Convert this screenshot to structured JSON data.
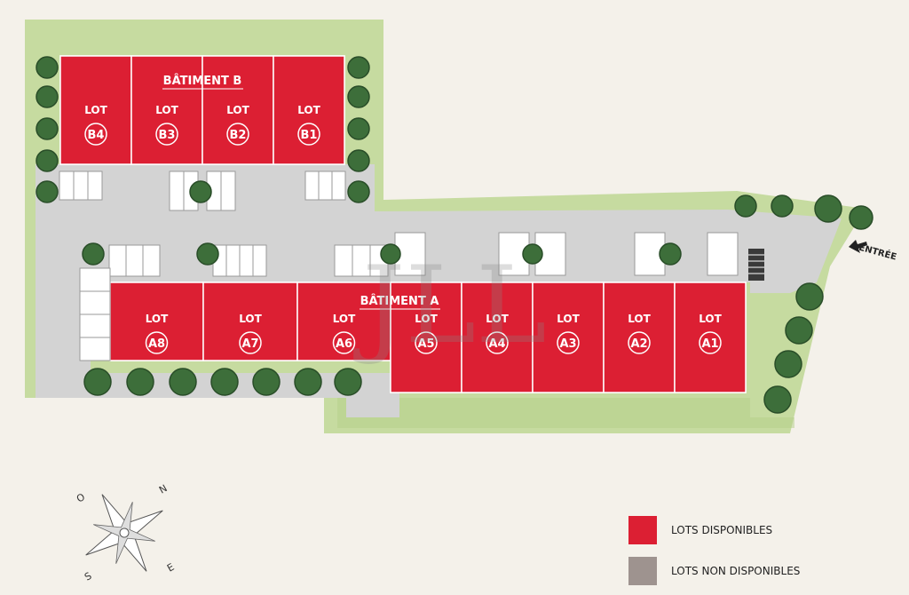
{
  "colors": {
    "background": "#f4f1ea",
    "grass": "#c6dba0",
    "grass_edge": "#b3cf87",
    "asphalt": "#d3d3d3",
    "lot_available": "#dc1f33",
    "lot_unavailable": "#9e938f",
    "tree": "#3d6e3a",
    "parking_line": "#ffffff"
  },
  "buildings": {
    "a": {
      "label": "BÂTIMENT A",
      "lots": [
        {
          "prefix": "LOT",
          "code": "A8",
          "status": "available"
        },
        {
          "prefix": "LOT",
          "code": "A7",
          "status": "available"
        },
        {
          "prefix": "LOT",
          "code": "A6",
          "status": "available"
        },
        {
          "prefix": "LOT",
          "code": "A5",
          "status": "available"
        },
        {
          "prefix": "LOT",
          "code": "A4",
          "status": "available"
        },
        {
          "prefix": "LOT",
          "code": "A3",
          "status": "available"
        },
        {
          "prefix": "LOT",
          "code": "A2",
          "status": "available"
        },
        {
          "prefix": "LOT",
          "code": "A1",
          "status": "available"
        }
      ]
    },
    "b": {
      "label": "BÂTIMENT B",
      "lots": [
        {
          "prefix": "LOT",
          "code": "B4",
          "status": "available"
        },
        {
          "prefix": "LOT",
          "code": "B3",
          "status": "available"
        },
        {
          "prefix": "LOT",
          "code": "B2",
          "status": "available"
        },
        {
          "prefix": "LOT",
          "code": "B1",
          "status": "available"
        }
      ]
    }
  },
  "entrance": {
    "label": "ENTRÉE",
    "icon": "arrow-icon"
  },
  "compass": {
    "n": "N",
    "e": "E",
    "s": "S",
    "o": "O",
    "icon": "compass-rose-icon"
  },
  "watermark": {
    "text": "JLL"
  },
  "legend": {
    "available": {
      "label": "LOTS DISPONIBLES",
      "color": "#dc1f33"
    },
    "unavailable": {
      "label": "LOTS NON DISPONIBLES",
      "color": "#9e938f"
    }
  }
}
